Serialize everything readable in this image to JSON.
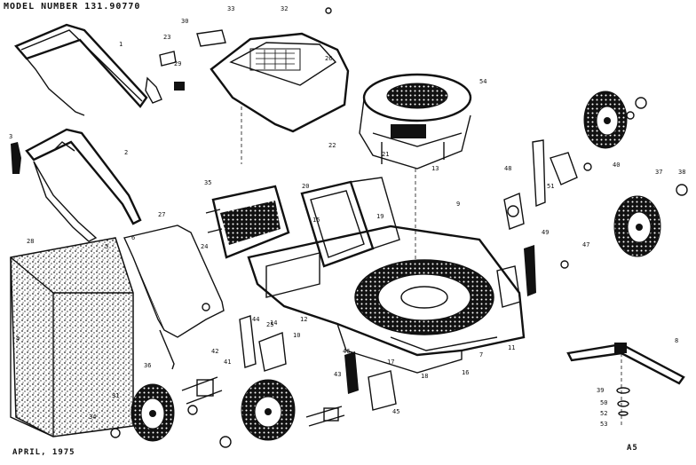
{
  "header": {
    "model_line": "MODEL NUMBER 131.90770"
  },
  "footer": {
    "date": "APRIL, 1975",
    "page_code": "A5"
  },
  "part_labels": [
    "1",
    "2",
    "3",
    "4",
    "5",
    "6",
    "7",
    "8",
    "9",
    "10",
    "11",
    "12",
    "13",
    "14",
    "15",
    "16",
    "17",
    "18",
    "19",
    "20",
    "21",
    "22",
    "23",
    "24",
    "25",
    "26",
    "27",
    "28",
    "29",
    "30",
    "31",
    "32",
    "33",
    "34",
    "35",
    "36",
    "37",
    "38",
    "39",
    "40",
    "41",
    "42",
    "43",
    "44",
    "45",
    "46",
    "47",
    "48",
    "49",
    "50",
    "51",
    "52",
    "53",
    "54"
  ]
}
